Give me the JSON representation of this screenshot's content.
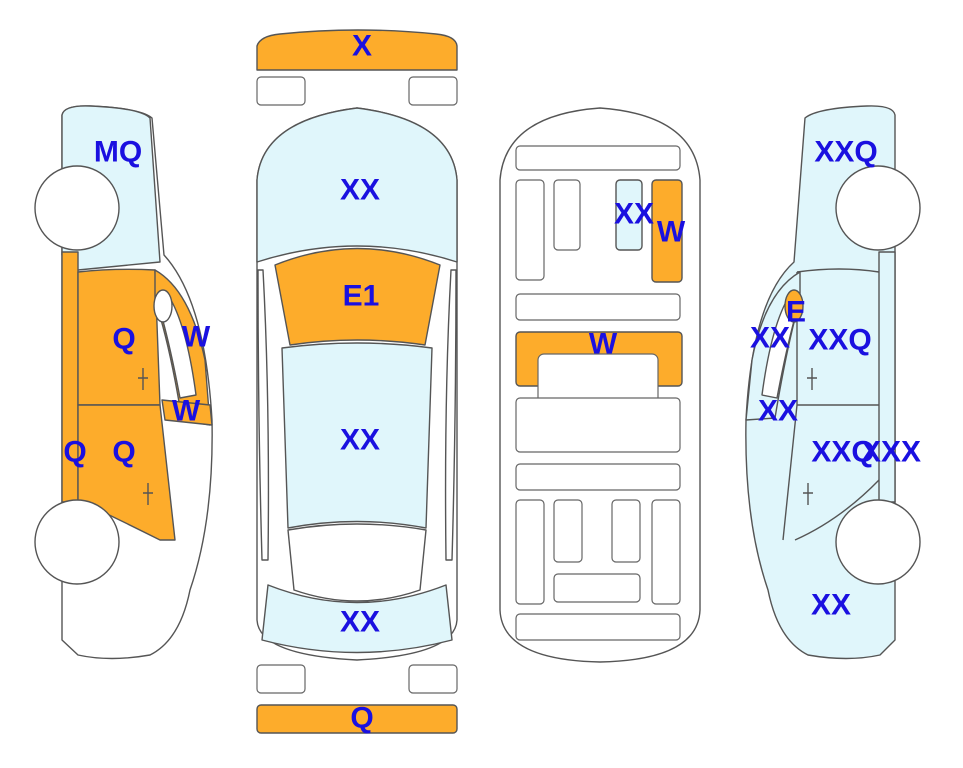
{
  "colors": {
    "glass": "#e0f6fb",
    "damage": "#fdac2b",
    "label": "#1a10e0",
    "outline": "#555555"
  },
  "labels": {
    "front_bumper": "X",
    "hood": "XX",
    "windshield": "E1",
    "roof": "XX",
    "trunk": "XX",
    "rear_bumper": "Q",
    "left_fender": "MQ",
    "left_front_door": "Q",
    "left_front_window": "W",
    "left_rear_window": "W",
    "left_rocker": "Q",
    "left_rear_door": "Q",
    "int_cowl": "XX",
    "int_front_right": "W",
    "int_front_seats": "W",
    "right_fender": "XXQ",
    "right_mirror": "E",
    "right_front_window": "XX",
    "right_front_door": "XXQ",
    "right_rear_window": "XX",
    "right_rear_door": "XXQ",
    "right_rear_door_edge": "XXX",
    "right_quarter": "XX"
  }
}
